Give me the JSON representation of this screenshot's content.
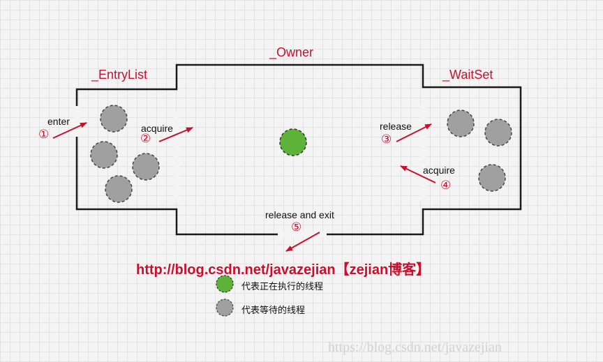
{
  "diagram": {
    "regions": {
      "owner": "_Owner",
      "entry_list": "_EntryList",
      "wait_set": "_WaitSet"
    },
    "steps": [
      {
        "marker": "①",
        "label": "enter"
      },
      {
        "marker": "②",
        "label": "acquire"
      },
      {
        "marker": "③",
        "label": "release"
      },
      {
        "marker": "④",
        "label": "acquire"
      },
      {
        "marker": "⑤",
        "label": "release and exit"
      }
    ],
    "source_url": "http://blog.csdn.net/javazejian【zejian博客】",
    "legend": [
      {
        "label": "代表正在执行的线程",
        "color": "#5cb338"
      },
      {
        "label": "代表等待的线程",
        "color": "#a0a0a0"
      }
    ],
    "watermark": "https://blog.csdn.net/javazejian",
    "colors": {
      "accent": "#c8102e",
      "running": "#5cb338",
      "waiting": "#a0a0a0"
    }
  }
}
